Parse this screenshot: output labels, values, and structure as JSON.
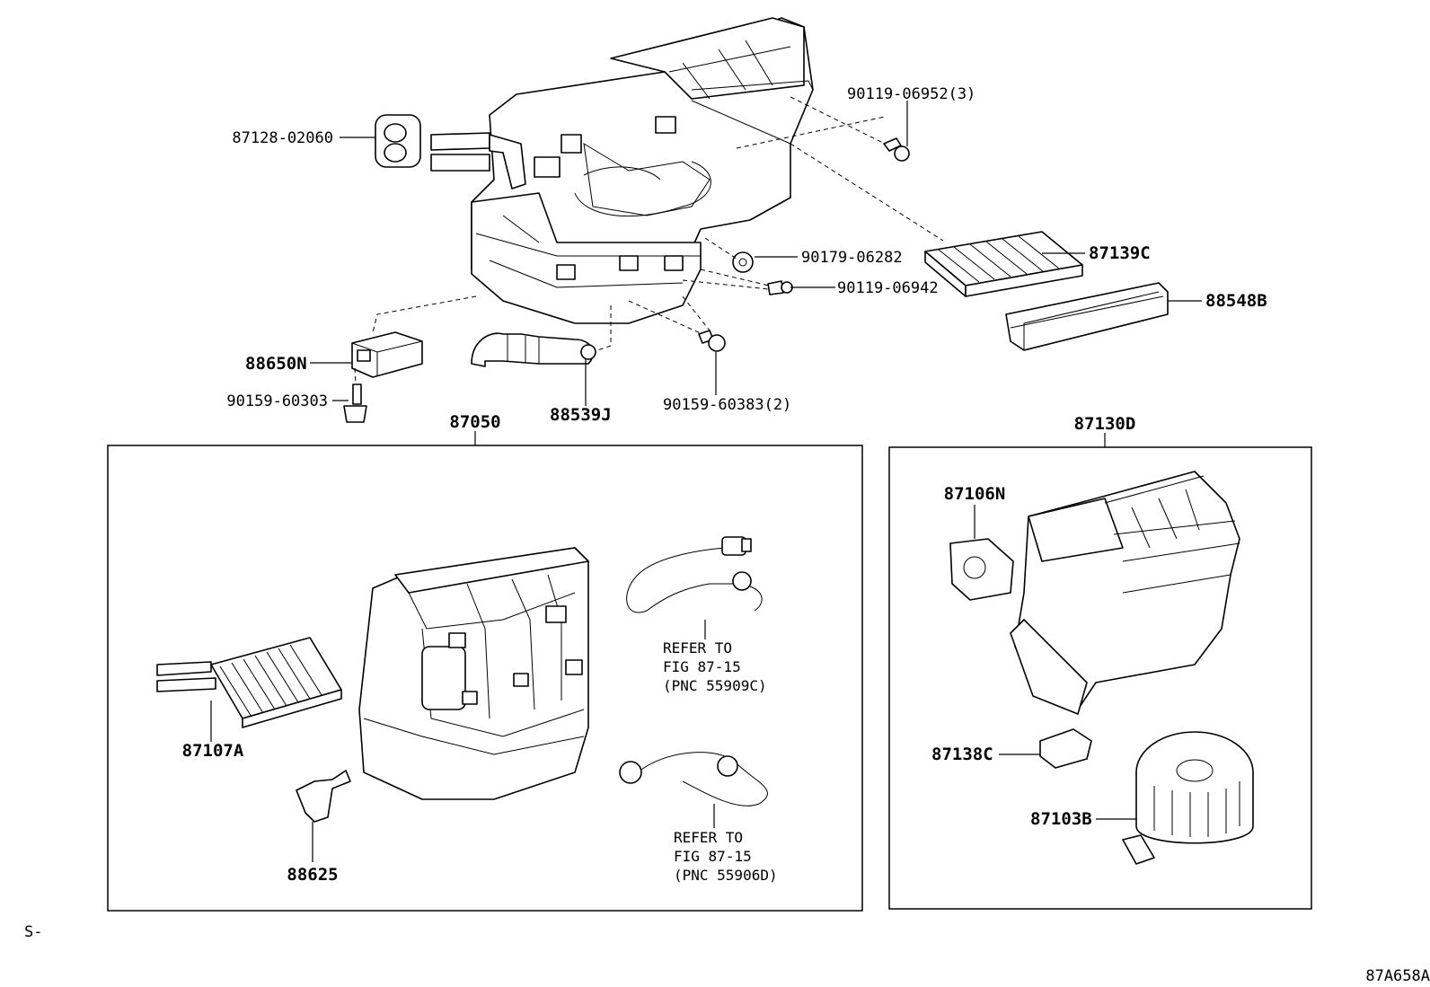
{
  "labels": {
    "p87128": "87128-02060",
    "p90119a": "90119-06952(3)",
    "p87139": "87139C",
    "p90179": "90179-06282",
    "p90119b": "90119-06942",
    "p88548": "88548B",
    "p88650": "88650N",
    "p90159a": "90159-60303",
    "p88539": "88539J",
    "p90159b": "90159-60383(2)",
    "p87050": "87050",
    "p87130": "87130D",
    "p87107": "87107A",
    "p88625": "88625",
    "p87106": "87106N",
    "p87138": "87138C",
    "p87103": "87103B"
  },
  "refers": [
    {
      "line1": "REFER TO",
      "line2": "FIG 87-15",
      "line3": "(PNC 55909C)"
    },
    {
      "line1": "REFER TO",
      "line2": "FIG 87-15",
      "line3": "(PNC 55906D)"
    }
  ],
  "corner_mark": "S-",
  "figure_code": "87A658A"
}
